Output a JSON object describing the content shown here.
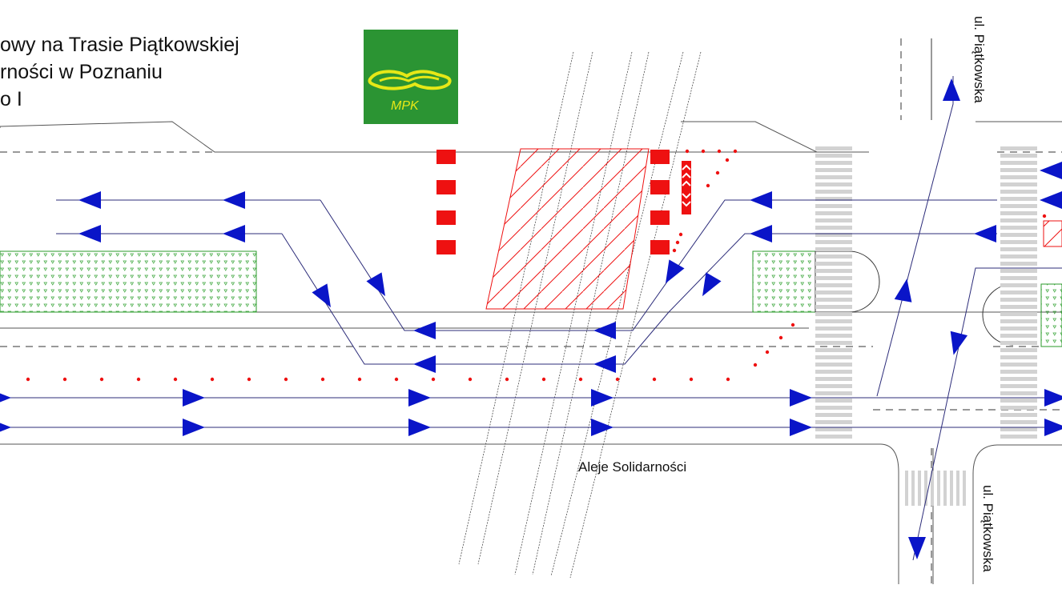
{
  "title": {
    "line1": "owy na Trasie Piątkowskiej",
    "line2": "rności w Poznaniu",
    "line3": "o I"
  },
  "logo": {
    "text": "MPK",
    "background": "#2b9433",
    "foreground": "#e6e817"
  },
  "streets": {
    "main": "Aleje Solidarności",
    "north": "ul. Piątkowska",
    "south": "ul. Piątkowska"
  },
  "colors": {
    "arrow": "#0a15c8",
    "marking": "#ee1111",
    "island": "#2a9a2a",
    "line": "#2c2c7a",
    "crossing": "#d2d2d2"
  }
}
